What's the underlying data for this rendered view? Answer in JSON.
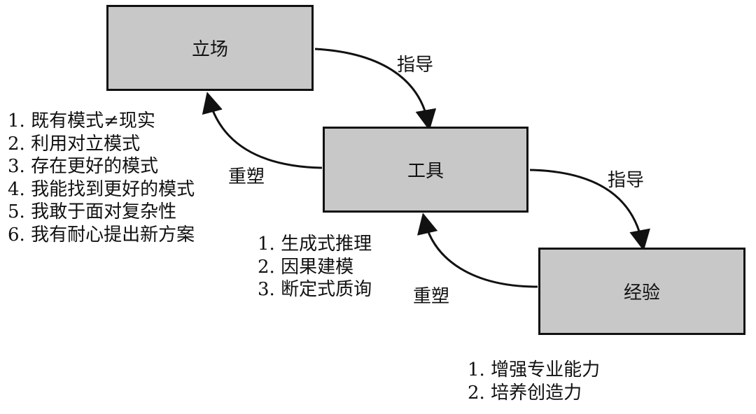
{
  "diagram": {
    "nodes": {
      "stance": {
        "label": "立场"
      },
      "tool": {
        "label": "工具"
      },
      "experience": {
        "label": "经验"
      }
    },
    "edges": {
      "stance_to_tool": {
        "label": "指导"
      },
      "tool_to_experience": {
        "label": "指导"
      },
      "tool_to_stance": {
        "label": "重塑"
      },
      "experience_to_tool": {
        "label": "重塑"
      }
    },
    "lists": {
      "stance": [
        "1. 既有模式≠现实",
        "2. 利用对立模式",
        "3. 存在更好的模式",
        "4. 我能找到更好的模式",
        "5. 我敢于面对复杂性",
        "6. 我有耐心提出新方案"
      ],
      "tool": [
        "1. 生成式推理",
        "2. 因果建模",
        "3. 断定式质询"
      ],
      "experience": [
        "1. 增强专业能力",
        "2. 培养创造力"
      ]
    },
    "colors": {
      "box_fill": "#c8c8c8",
      "box_border": "#111111",
      "arrow": "#111111",
      "text": "#111111"
    }
  }
}
